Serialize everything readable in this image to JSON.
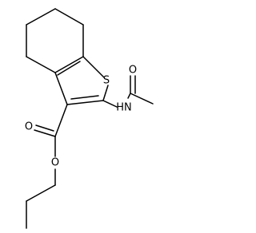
{
  "molecule": {
    "atoms": {
      "sulfur": "S",
      "amide_nitrogen": "HN",
      "carbonyl_oxygen_amide": "O",
      "carbonyl_oxygen_ester": "O",
      "ester_oxygen": "O"
    },
    "colors": {
      "bond": "#000000",
      "label": "#000000",
      "background": "#ffffff"
    }
  }
}
